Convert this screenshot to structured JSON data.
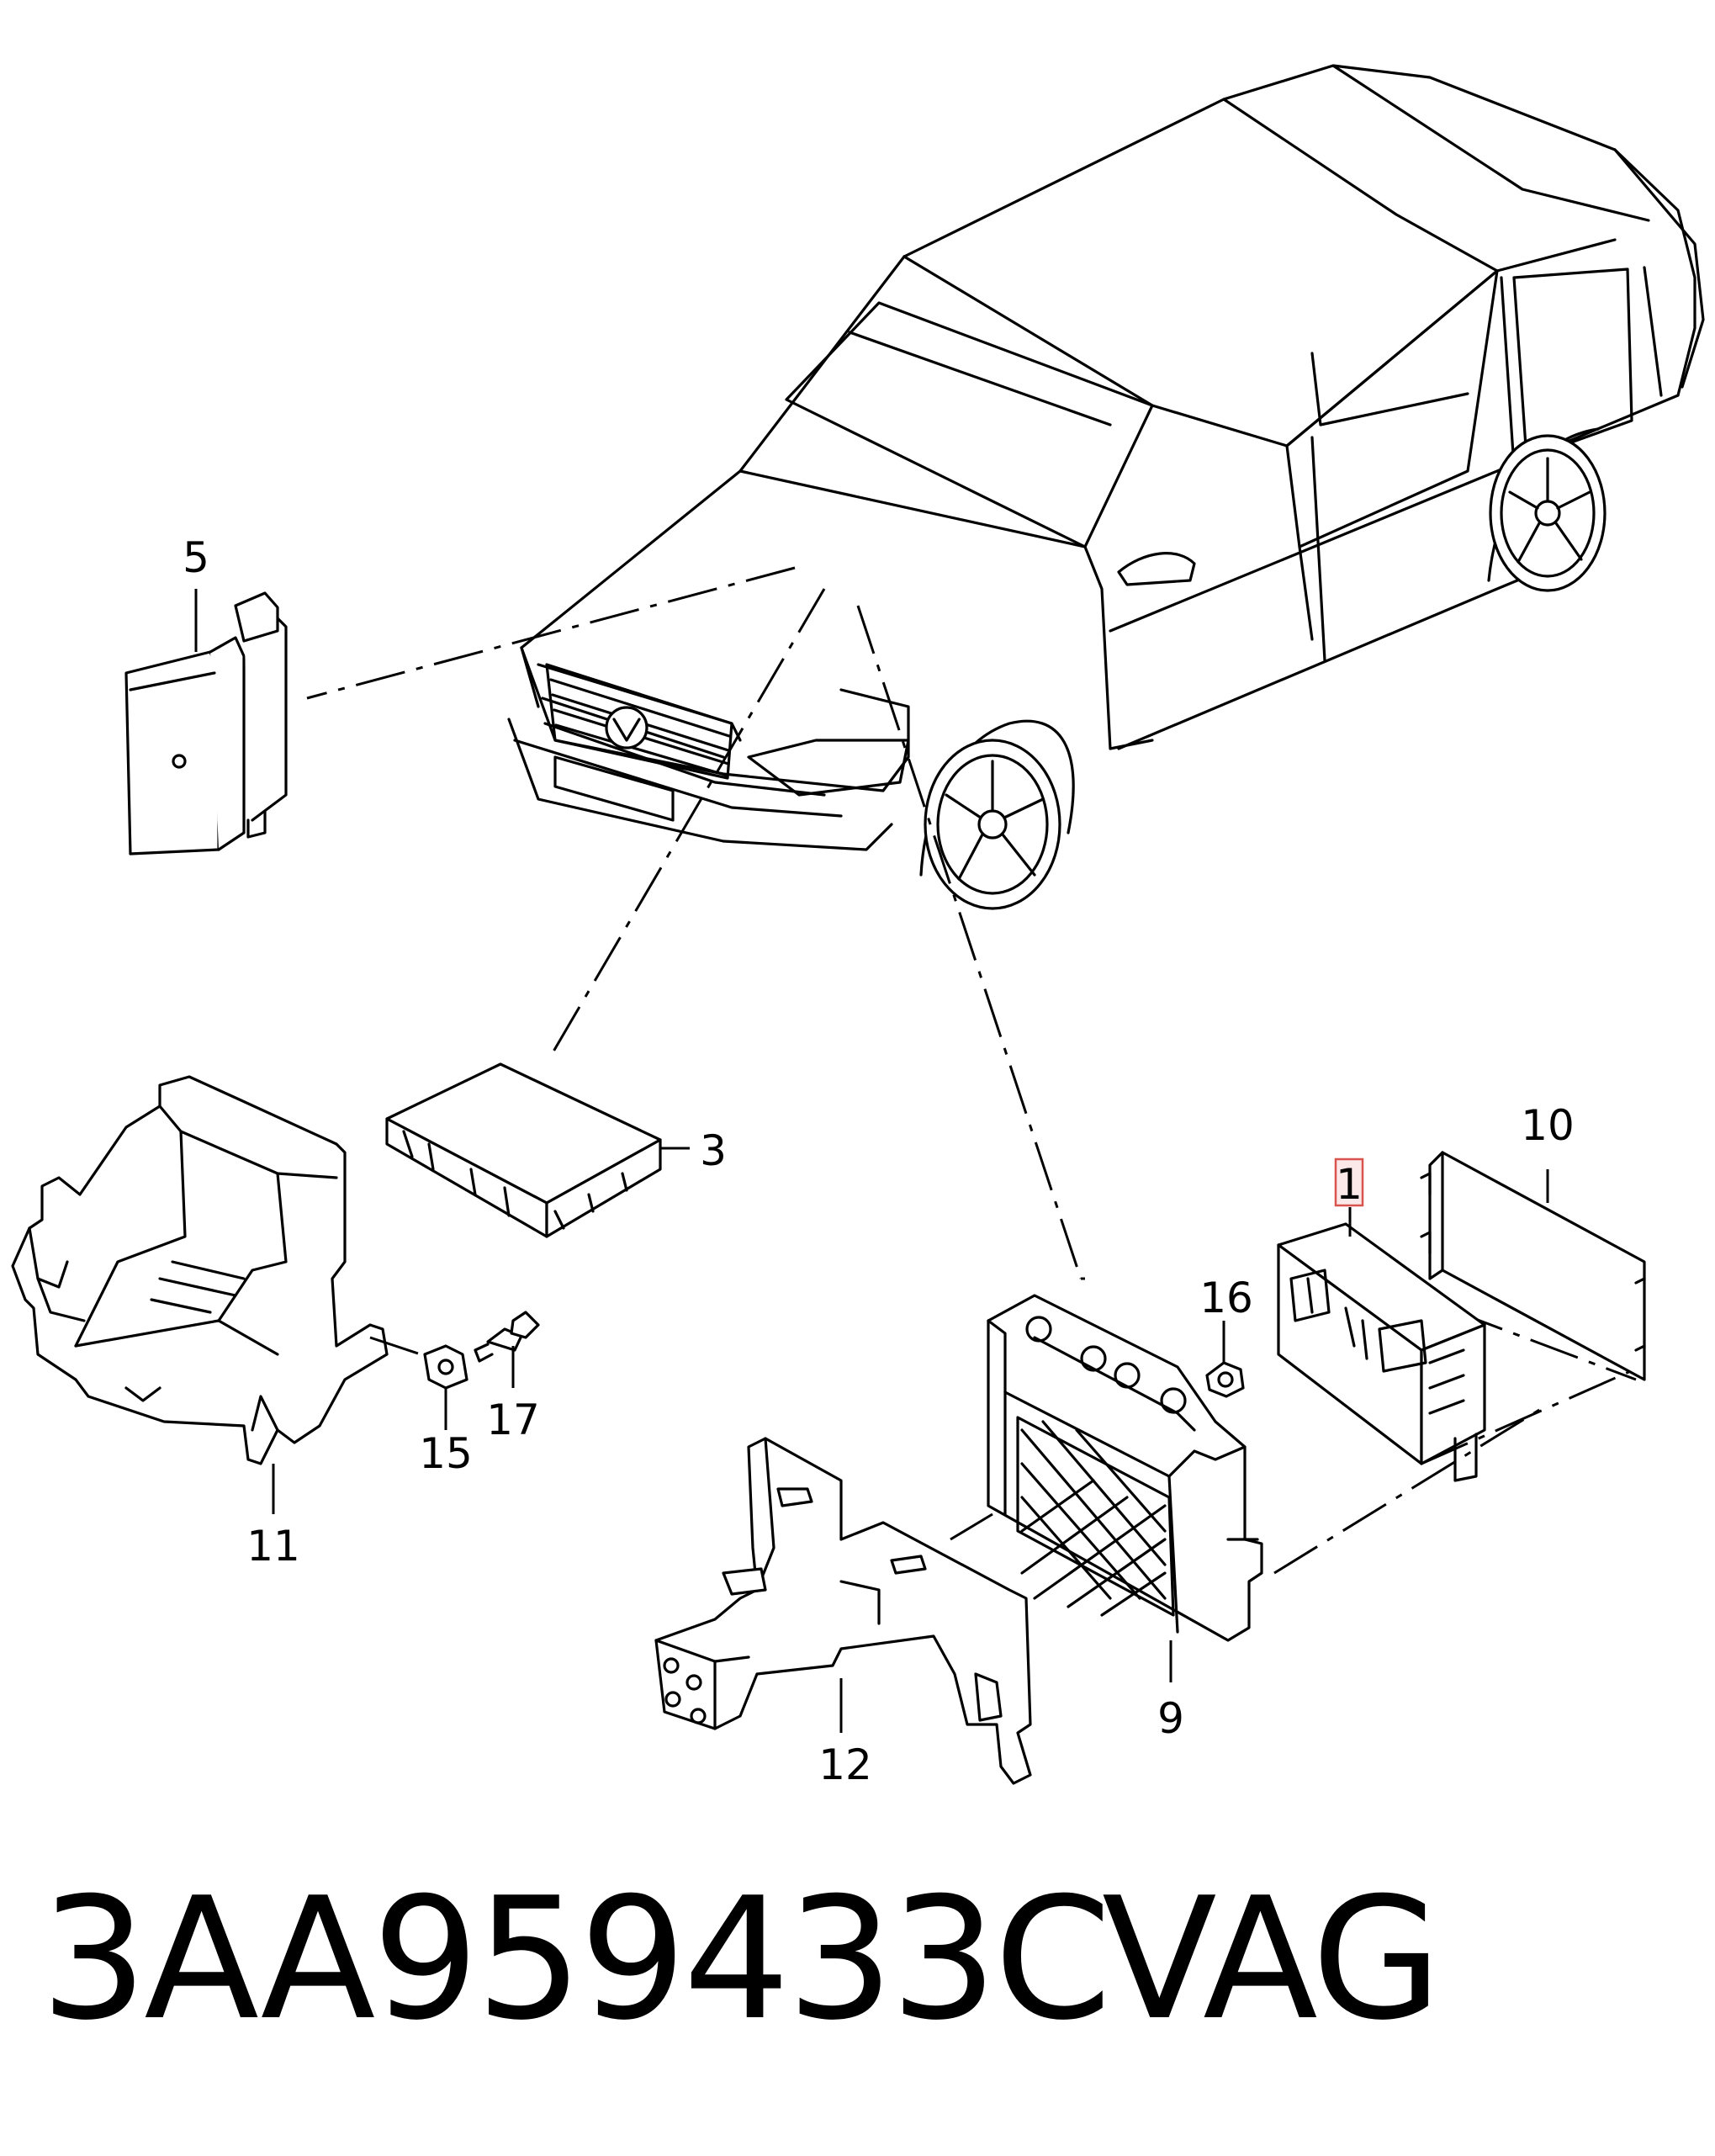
{
  "callouts": {
    "c1": "1",
    "c3": "3",
    "c5": "5",
    "c9": "9",
    "c10": "10",
    "c11": "11",
    "c12": "12",
    "c15": "15",
    "c16": "16",
    "c17": "17"
  },
  "highlight_color": "#d9534f",
  "footer": {
    "part_number": "3AA959433C",
    "brand": "VAG"
  }
}
